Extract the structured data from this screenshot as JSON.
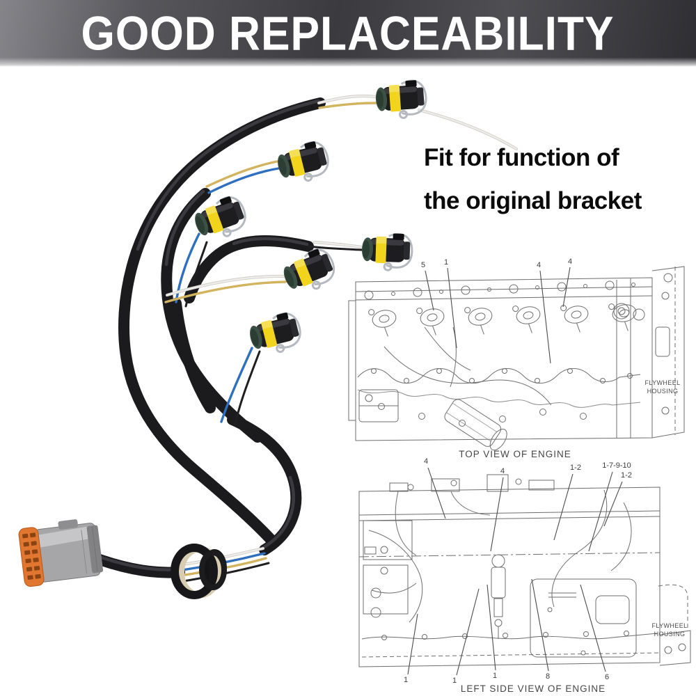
{
  "banner": {
    "title": "GOOD REPLACEABILITY"
  },
  "headline": {
    "line1": "Fit for function of",
    "line2": "the original bracket"
  },
  "colors": {
    "wire_blue": "#2e6fc0",
    "wire_yellow": "#d2b45e",
    "wire_white": "#efede9",
    "connector_yellow": "#f2d41c",
    "oring_green": "#3c5146",
    "sleeve_black": "#1b1b1e",
    "deutsch_gray": "#a6a6a8",
    "deutsch_orange": "#e0762f",
    "diagram_line": "#6e6e6e",
    "banner_text": "#ffffff"
  },
  "top_diagram": {
    "caption": "TOP VIEW OF ENGINE",
    "flywheel_line1": "FLYWHEEL",
    "flywheel_line2": "HOUSING",
    "callouts": [
      "5",
      "1",
      "4",
      "4"
    ]
  },
  "side_diagram": {
    "caption": "LEFT SIDE VIEW OF ENGINE",
    "flywheel_line1": "FLYWHEEL",
    "flywheel_line2": "HOUSING",
    "callouts_top": [
      "4",
      "4",
      "1-2",
      "1-7-9-10",
      "1-2"
    ],
    "callouts_bottom": [
      "1",
      "1",
      "1",
      "8",
      "6"
    ]
  }
}
